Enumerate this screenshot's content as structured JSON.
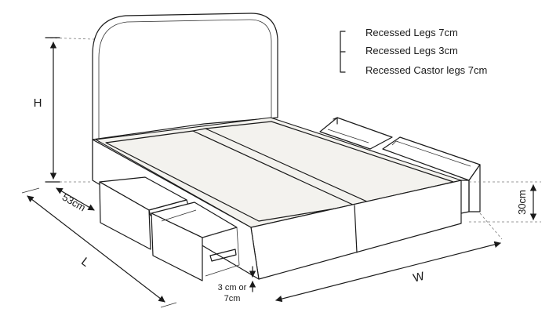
{
  "legend": {
    "items": [
      {
        "label": "Recessed Legs 7cm"
      },
      {
        "label": "Recessed Legs 3cm"
      },
      {
        "label": "Recessed Castor legs 7cm"
      }
    ]
  },
  "dimensions": {
    "height": "H",
    "length": "L",
    "width": "W",
    "drawer_depth": "53cm",
    "base_height": "30cm",
    "leg_height_line1": "3 cm or",
    "leg_height_line2": "7cm"
  }
}
